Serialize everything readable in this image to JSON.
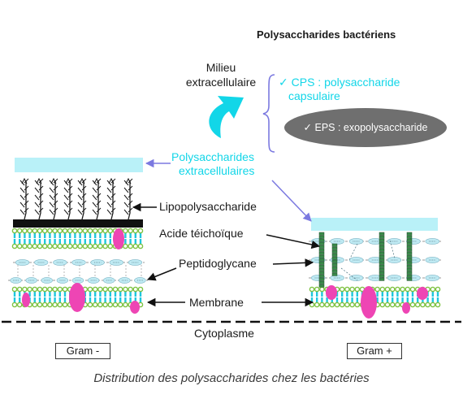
{
  "title": "Polysaccharides bactériens",
  "milieu_line1": "Milieu",
  "milieu_line2": "extracellulaire",
  "cps_line1": "✓ CPS : polysaccharide",
  "cps_line2": "capsulaire",
  "eps_label": "✓ EPS : exopolysaccharide",
  "extracell_line1": "Polysaccharides",
  "extracell_line2": "extracellulaires",
  "labels": {
    "lipopolysaccharide": "Lipopolysaccharide",
    "acide_teichoique": "Acide téichoïque",
    "peptidoglycane": "Peptidoglycane",
    "membrane": "Membrane",
    "cytoplasme": "Cytoplasme"
  },
  "gram_neg": "Gram -",
  "gram_pos": "Gram +",
  "caption": "Distribution des polysaccharides chez les bactéries",
  "peptido_units": [
    "GlcNAc",
    "MurNAc"
  ],
  "colors": {
    "cyan": "#12d6e8",
    "membrane_cyan": "#1fc7dd",
    "head_green": "#7ec242",
    "protein_pink": "#ee45b4",
    "eps_gray": "#6f6f6f",
    "teichoic_green": "#3a8a4a",
    "peptido_box": "#bfeaf3",
    "capsule_box": "#b9f1f8",
    "arrow_blue": "#7b79e0"
  }
}
